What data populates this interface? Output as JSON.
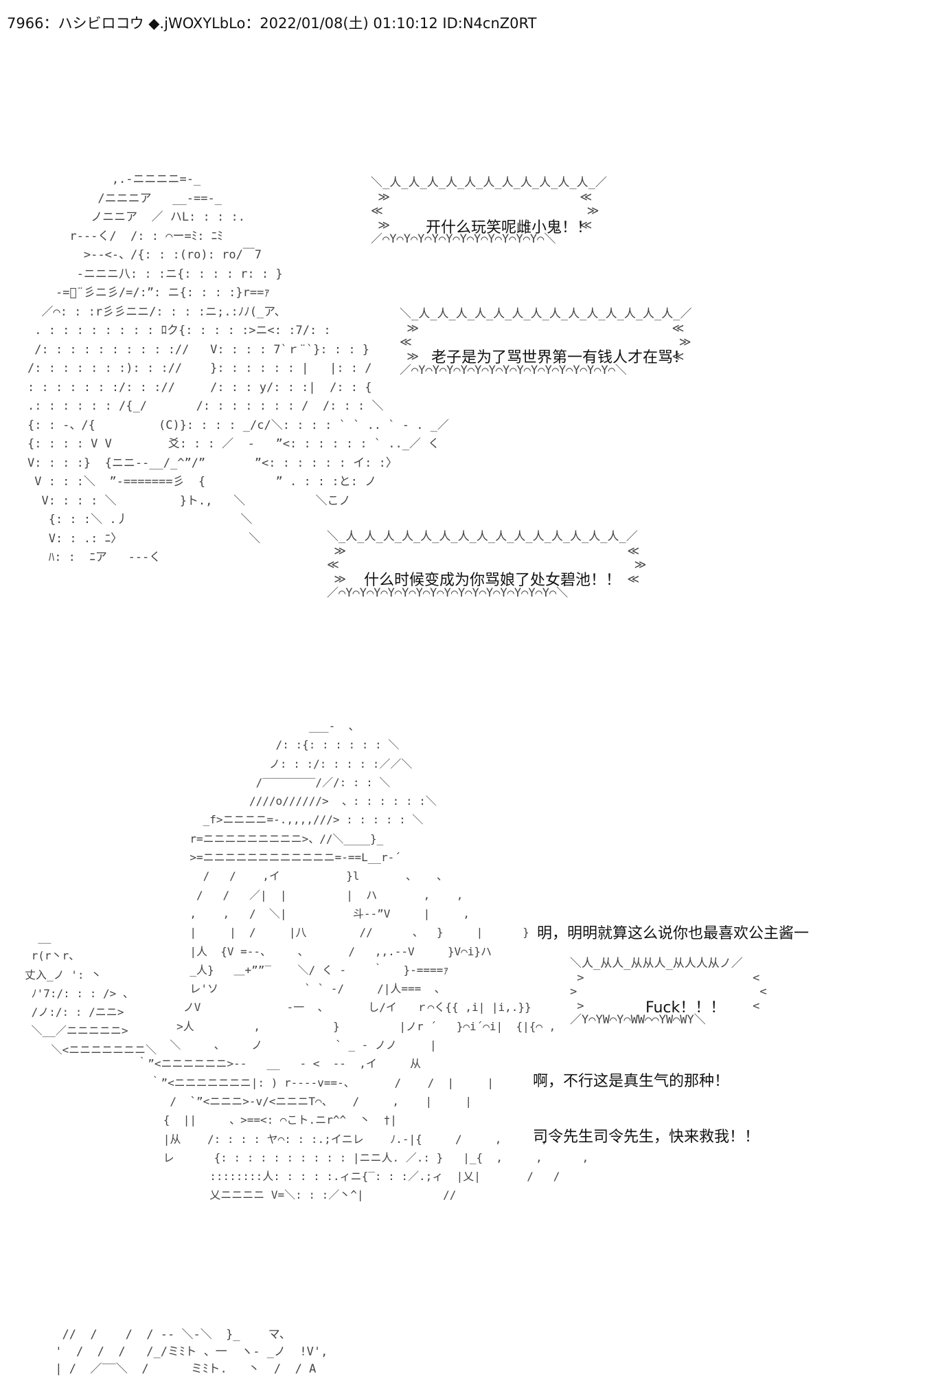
{
  "header": {
    "text": "7966：ハシビロコウ ◆.jWOXYLbLo：2022/01/08(土) 01:10:12 ID:N4cnZ0RT"
  },
  "bubbles": {
    "b1": "开什么玩笑呢雌小鬼！！",
    "b2": "老子是为了骂世界第一有钱人才在骂！",
    "b3": "什么时候变成为你骂娘了处女碧池！！",
    "b4": "Fuck！！！"
  },
  "dialog": {
    "line1": "明，明明就算这么说你也最喜欢公主酱一",
    "line2": "啊，不行这是真生气的那种！",
    "line3": "司令先生司令先生，快来救我！！"
  },
  "art": {
    "figure1": "            ,.-ニニニニ=-_\n          /ニニニア   __-==-_\n         ノニニア  ／ ハL: : : :.\n      r‐‐‐く/  /: : ⌒ー=ﾐ: ﾆﾐ\n        >‐‐<-、/{: : :(ro): ro/￣7\n       ‐ニニニ八: : :ニ{: : : : r: : }\n    -=ﾞ¨彡ニ彡/=/:”: ニ{: : : :}r==ｧ\n  ／⌒: : :r彡彡ニニ/: : : :ニ;.:ﾉﾉ(_ア、\n . : : : : : : : : ﾛク{: : : : :>ニ<: :7/: :\n /: : : : : : : : : ://   V: : : : 7`ｒ¨`}: : : }\n/: : : : : : :): : ://    }: : : : : : |   |: : /\n: : : : : : :/: : ://     /: : : y/: : :|  /: : {\n.: : : : : : /{_/       /: : : : : : : /  /: : : ＼\n{: : -、/{         (C)}: : : : _/c/＼: : : : ` ` .. ` ‐ . _／\n{: : : : V V        爻: : : ／  -   ”<: : : : : : ` .._／ く\nV: : : :}  {ニニ‐‐__/_^”/”       ”<: : : : : : イ: :〉\n V : : :＼  ”‐=======彡  {          ” . : : :と: ノ\n  V: : : : ＼         }ト.,   ＼          ＼こノ\n   {: : :＼ .丿                ＼\n   V: : .: ﾆ〉                  ＼\n   ﾊ: :  ﾆア   ‐‐‐く",
    "bubble1": "＼_人_人_人_人_人_人_人_人_人_人_人_／\n ≫                           ≪\n≪                             ≫\n ≫                           ≪\n／⌒Y⌒Y⌒Y⌒Y⌒Y⌒Y⌒Y⌒Y⌒Y⌒Y⌒Y⌒＼",
    "bubble2": "＼_人_人_人_人_人_人_人_人_人_人_人_人_人_人_／\n ≫                                    ≪\n≪                                      ≫\n ≫                                    ≪\n／⌒Y⌒Y⌒Y⌒Y⌒Y⌒Y⌒Y⌒Y⌒Y⌒Y⌒Y⌒Y⌒Y⌒Y⌒＼",
    "bubble3": "＼_人_人_人_人_人_人_人_人_人_人_人_人_人_人_人_／\n ≫                                        ≪\n≪                                          ≫\n ≫                                        ≪\n／⌒Y⌒Y⌒Y⌒Y⌒Y⌒Y⌒Y⌒Y⌒Y⌒Y⌒Y⌒Y⌒Y⌒Y⌒Y⌒＼",
    "figure2": "                            ___-  、\n                       /: :{: : : : : : ＼\n                      ノ: : :/: : : : :／／＼\n                    /‾‾‾‾‾‾‾‾/／/: : : ＼\n                   ////o//////>  、: : : : : :＼\n            _f>ニニニニ=-.,,,,///> : : : : : ＼\n          r=ニニニニニニニニニ>、//＼____}_\n          >=ニニニニニニニニニニニニ=-==L__r‐´\n            /   /    ,イ          }l       、   、\n           /   /   ／|  |         |  ハ       ,    ,\n          ,    ,   /  ＼|          斗‐‐”V     |     ,\n          |     |  /     |八        //      、  }     |      }\n          |人  {V =‐-、    、      /   ,,.--V     }V⌒i}ハ\n          _人}   ＿+””‾    ＼/ く ‐    ｀   }‐====ｧ\n          レ'ソ             ` ` ‐/     /|人===  、\n         ノV             ‐一  、      し/イ   ｒ⌒く{{ ,i| |i,.}}\n        >人         ,           }         |ノr ´   }⌒i´⌒i|  {|{⌒ ,\n       ＼     、    ノ           ` _ ‐ ノノ     |\n  ｀”<ニニニニニニ>‐‐   __   ‐ <  ‐‐  ,イ     从\n    ｀”<ニニニニニニニ|: ) r‐‐‐‐v==-、      /    /  |     |\n       /  `”<ニニニ>-v/<ニニニT⌒、   /     ,    |     |\n      {  ||     、>==<: ⌒こト.ニr^^  丶  †|\n      |从    /: : : : ヤ⌒: : :.;イニレ    ﾉ.-|{     /     ,      ,\n      レ      {: : : : : : : : : : |ニニ人. ／.: }   |_{  ,     ,      ,\n             ::::::::人: : : : :.ィニ{‾: : :／.;ィ  |乂|       /   /\n             乂ニニニニ V=＼: : :／丶^|            //",
    "arm2": "  __\n r(r丶r、\n丈入_ノ ': 丶\n ﾉ'7:/: : : /> 、\n /ノ:/: : /ニニ>\n ＼__／ニニニニニ>\n    ＼<ニニニニニニニ＼",
    "bubble4": "＼人_从人_从从人_从人人从ノ／\n >                        <\n>                          <\n >                        <\n／Y⌒YW⌒Y⌒WW⌒⌒YW⌒WY＼",
    "figure3": "  //  /    /  / ‐‐ ＼‐＼  }_    マ、\n '  /  /  /   /_/ミﾐト 、一  ヽ‐ _ノ  !V',\n | /  ／‾‾＼  /      ミﾐト.   丶  /  / A"
  }
}
